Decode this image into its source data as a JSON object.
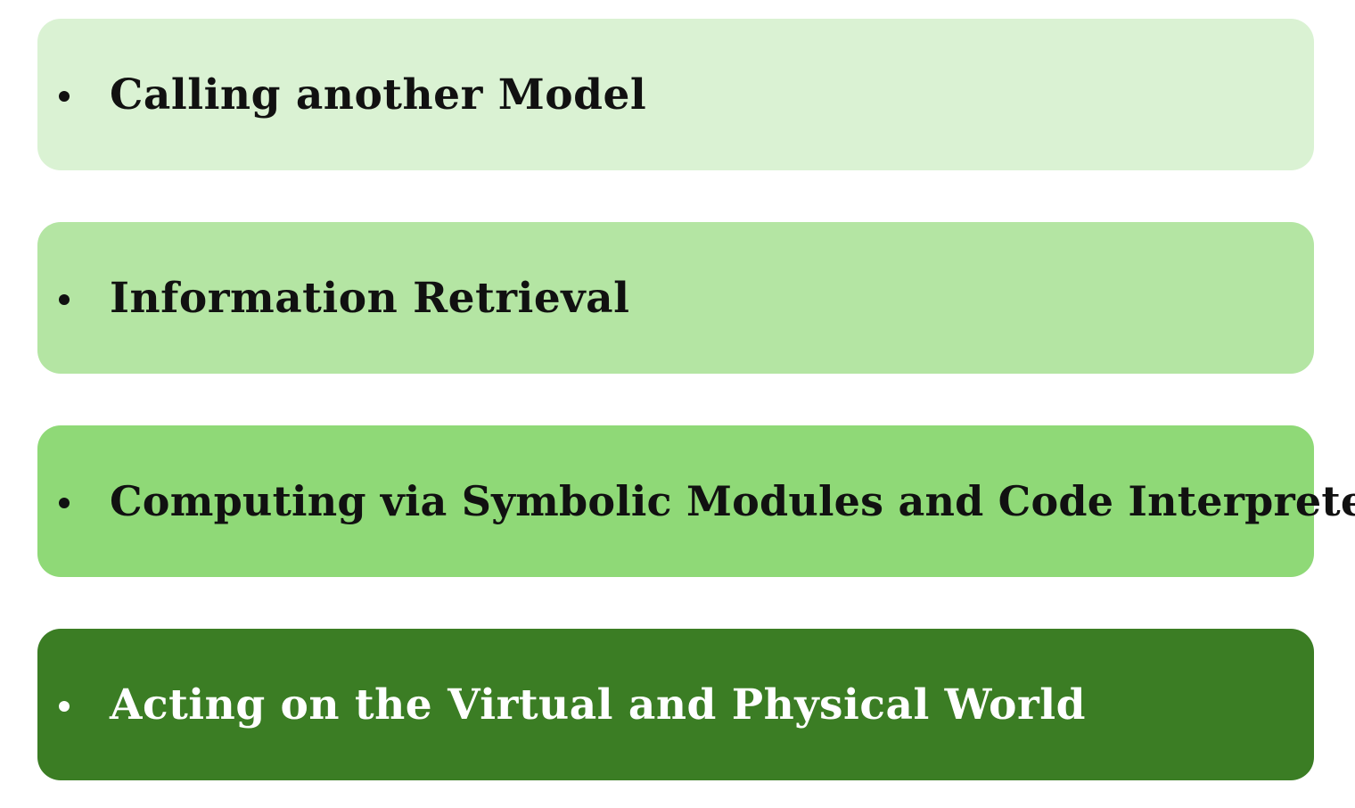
{
  "items": [
    {
      "label": "Calling another Model",
      "fill": "#daf2d3",
      "text_color": "#111111"
    },
    {
      "label": "Information Retrieval",
      "fill": "#b4e5a3",
      "text_color": "#111111"
    },
    {
      "label": "Computing via Symbolic Modules and Code Interpreters",
      "fill": "#8fd977",
      "text_color": "#111111"
    },
    {
      "label": "Acting on the Virtual and Physical World",
      "fill": "#3b7d24",
      "text_color": "#ffffff"
    }
  ]
}
